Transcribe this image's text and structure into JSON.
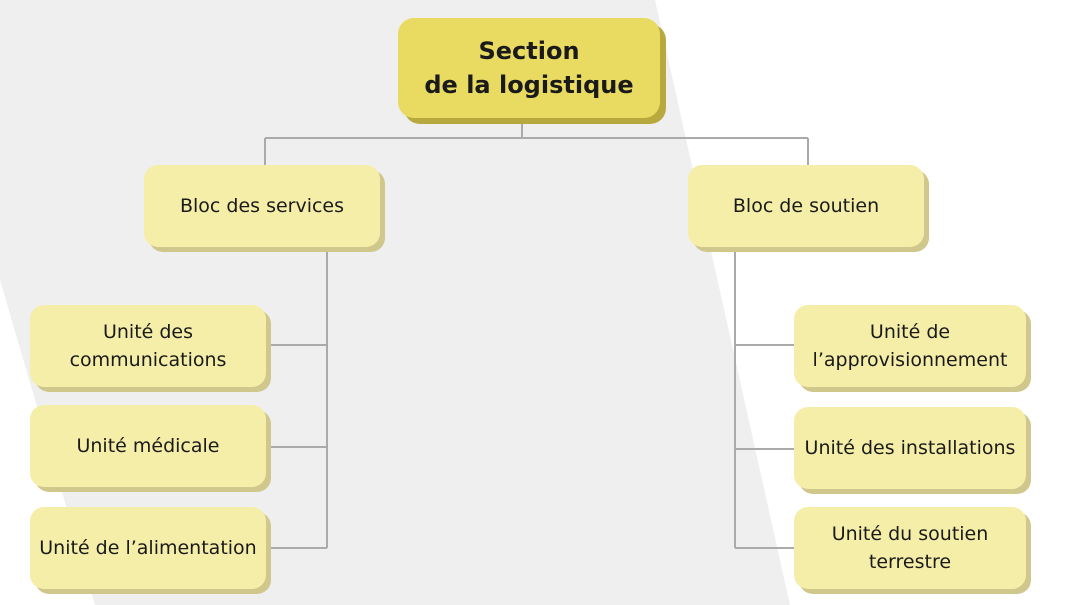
{
  "diagram": {
    "root": {
      "label": "Section\nde la logistique"
    },
    "branches": [
      {
        "label": "Bloc des services",
        "children": [
          {
            "label": "Unité des\ncommunications"
          },
          {
            "label": "Unité médicale"
          },
          {
            "label": "Unité de l’alimentation"
          }
        ]
      },
      {
        "label": "Bloc de soutien",
        "children": [
          {
            "label": "Unité de\nl’approvisionnement"
          },
          {
            "label": "Unité des installations"
          },
          {
            "label": "Unité du soutien\nterrestre"
          }
        ]
      }
    ]
  },
  "colors": {
    "root_fill": "#e9da62",
    "node_fill": "#f5eea8",
    "connector": "#aaaaaa",
    "background_panel": "#efefef"
  }
}
